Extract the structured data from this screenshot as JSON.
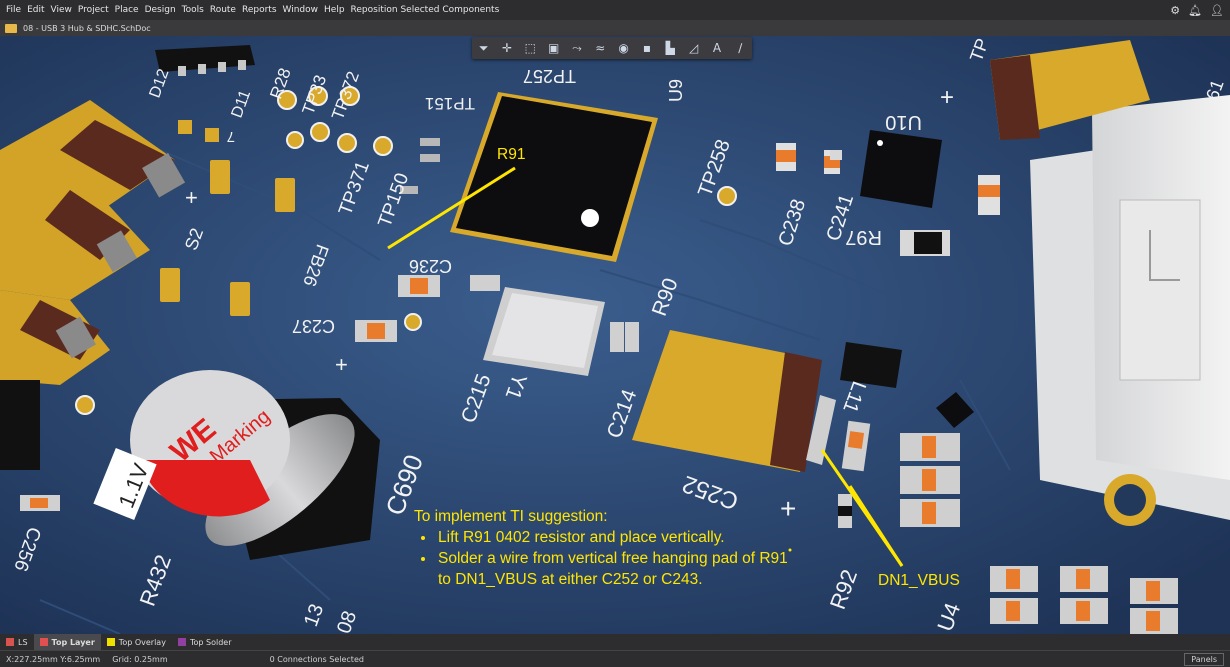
{
  "menu": {
    "items": [
      "File",
      "Edit",
      "View",
      "Project",
      "Place",
      "Design",
      "Tools",
      "Route",
      "Reports",
      "Window",
      "Help",
      "Reposition Selected Components"
    ],
    "icons": [
      "gear-icon",
      "bell-icon",
      "user-icon"
    ]
  },
  "document": {
    "tab_title": "08 - USB 3 Hub & SDHC.SchDoc"
  },
  "toolbar": {
    "icons": [
      "filter-icon",
      "cross-icon",
      "select-rect-icon",
      "component-icon",
      "route-icon",
      "diff-route-icon",
      "via-icon",
      "pad-icon",
      "fill-icon",
      "polygon-icon",
      "text-icon",
      "line-icon"
    ]
  },
  "designators": {
    "r91": "R91",
    "u9": "U9",
    "tp257": "TP257",
    "tp151": "TP151",
    "tp258": "TP258",
    "c238": "C238",
    "c241": "C241",
    "r97": "R97",
    "u10": "U10",
    "tp150": "TP150",
    "tp371": "TP371",
    "tp372": "TP372",
    "tp33": "TP33",
    "r28": "R28",
    "d12": "D12",
    "d11": "D11",
    "s2": "S2",
    "fb26": "FB26",
    "c236": "C236",
    "c237": "C237",
    "c215": "C215",
    "y1": "Y1",
    "c214": "C214",
    "r90": "R90",
    "l11": "L11",
    "c252": "C252",
    "r92": "R92",
    "c690": "C690",
    "r432": "R432",
    "c256": "C256",
    "voltage": "1.1V",
    "cap_brand": "WE",
    "cap_marking": "Marking",
    "plus": "+",
    "dn1": "DN1_VBUS",
    "tp_top": "TP",
    "n61": "61",
    "n7": "7",
    "n13": "13",
    "n08": "08",
    "u4": "U4"
  },
  "annotation": {
    "heading": "To implement TI suggestion:",
    "bullets": [
      "Lift R91 0402 resistor and place vertically.",
      "Solder a wire from vertical free hanging pad of R91 to DN1_VBUS at either C252 or C243."
    ],
    "callout_r91": "R91",
    "callout_dn1": "DN1_VBUS"
  },
  "layers": [
    {
      "name": "LS",
      "color": "#d9534f"
    },
    {
      "name": "Top Layer",
      "color": "#e05050",
      "active": true
    },
    {
      "name": "Top Overlay",
      "color": "#f0e000"
    },
    {
      "name": "Top Solder",
      "color": "#9040a0"
    }
  ],
  "status": {
    "coords": "X:227.25mm Y:6.25mm",
    "grid": "Grid: 0.25mm",
    "connections": "0 Connections Selected",
    "panels": "Panels"
  }
}
